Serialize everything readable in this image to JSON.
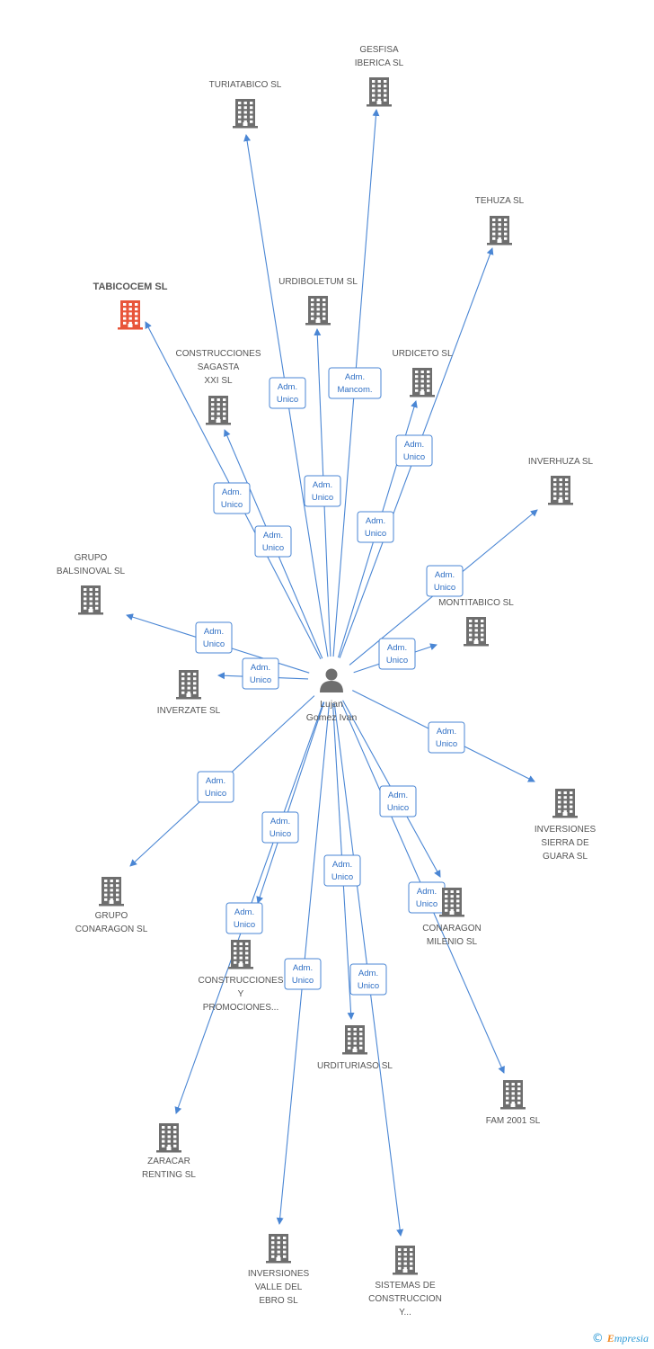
{
  "center": {
    "label_lines": [
      "Lujan",
      "Gomez Ivan"
    ],
    "icon": "person-icon"
  },
  "colors": {
    "edge": "#4a86d4",
    "building": "#6e6e6e",
    "highlight": "#e8553a",
    "text": "#555555"
  },
  "nodes": [
    {
      "id": "turiatabico",
      "label_lines": [
        "TURIATABICO SL"
      ]
    },
    {
      "id": "gesfisa",
      "label_lines": [
        "GESFISA",
        "IBERICA SL"
      ]
    },
    {
      "id": "tehuza",
      "label_lines": [
        "TEHUZA SL"
      ]
    },
    {
      "id": "tabicocem",
      "label_lines": [
        "TABICOCEM SL"
      ],
      "highlight": true
    },
    {
      "id": "urdiboletum",
      "label_lines": [
        "URDIBOLETUM SL"
      ]
    },
    {
      "id": "construcciones-sagasta",
      "label_lines": [
        "CONSTRUCCIONES",
        "SAGASTA",
        "XXI SL"
      ]
    },
    {
      "id": "urdiceto",
      "label_lines": [
        "URDICETO SL"
      ]
    },
    {
      "id": "inverhuza",
      "label_lines": [
        "INVERHUZA SL"
      ]
    },
    {
      "id": "grupo-balsinoval",
      "label_lines": [
        "GRUPO",
        "BALSINOVAL SL"
      ]
    },
    {
      "id": "montitabico",
      "label_lines": [
        "MONTITABICO SL"
      ]
    },
    {
      "id": "inverzate",
      "label_lines": [
        "INVERZATE SL"
      ]
    },
    {
      "id": "inversiones-sierra",
      "label_lines": [
        "INVERSIONES",
        "SIERRA DE",
        "GUARA SL"
      ]
    },
    {
      "id": "grupo-conaragon",
      "label_lines": [
        "GRUPO",
        "CONARAGON SL"
      ]
    },
    {
      "id": "conaragon-milenio",
      "label_lines": [
        "CONARAGON",
        "MILENIO SL"
      ]
    },
    {
      "id": "construcciones-promociones",
      "label_lines": [
        "CONSTRUCCIONES",
        "Y",
        "PROMOCIONES..."
      ]
    },
    {
      "id": "urdituriaso",
      "label_lines": [
        "URDITURIASO SL"
      ]
    },
    {
      "id": "fam2001",
      "label_lines": [
        "FAM 2001 SL"
      ]
    },
    {
      "id": "zaracar",
      "label_lines": [
        "ZARACAR",
        "RENTING SL"
      ]
    },
    {
      "id": "inversiones-valle",
      "label_lines": [
        "INVERSIONES",
        "VALLE DEL",
        "EBRO SL"
      ]
    },
    {
      "id": "sistemas-construccion",
      "label_lines": [
        "SISTEMAS DE",
        "CONSTRUCCION",
        "Y..."
      ]
    }
  ],
  "edges": [
    {
      "target": "turiatabico",
      "label_lines": [
        "Adm.",
        "Unico"
      ]
    },
    {
      "target": "gesfisa",
      "label_lines": [
        "Adm.",
        "Mancom."
      ]
    },
    {
      "target": "tehuza",
      "label_lines": [
        "Adm.",
        "Unico"
      ]
    },
    {
      "target": "tabicocem",
      "label_lines": [
        "Adm.",
        "Unico"
      ]
    },
    {
      "target": "urdiboletum",
      "label_lines": [
        "Adm.",
        "Unico"
      ]
    },
    {
      "target": "construcciones-sagasta",
      "label_lines": [
        "Adm.",
        "Unico"
      ]
    },
    {
      "target": "urdiceto",
      "label_lines": [
        "Adm.",
        "Unico"
      ]
    },
    {
      "target": "inverhuza",
      "label_lines": [
        "Adm.",
        "Unico"
      ]
    },
    {
      "target": "grupo-balsinoval",
      "label_lines": [
        "Adm.",
        "Unico"
      ]
    },
    {
      "target": "montitabico",
      "label_lines": [
        "Adm.",
        "Unico"
      ]
    },
    {
      "target": "inverzate",
      "label_lines": [
        "Adm.",
        "Unico"
      ]
    },
    {
      "target": "inversiones-sierra",
      "label_lines": [
        "Adm.",
        "Unico"
      ]
    },
    {
      "target": "grupo-conaragon",
      "label_lines": [
        "Adm.",
        "Unico"
      ]
    },
    {
      "target": "conaragon-milenio",
      "label_lines": [
        "Adm.",
        "Unico"
      ]
    },
    {
      "target": "construcciones-promociones",
      "label_lines": [
        "Adm.",
        "Unico"
      ]
    },
    {
      "target": "urdituriaso",
      "label_lines": [
        "Adm.",
        "Unico"
      ]
    },
    {
      "target": "fam2001",
      "label_lines": [
        "Adm.",
        "Unico"
      ]
    },
    {
      "target": "zaracar",
      "label_lines": [
        "Adm.",
        "Unico"
      ]
    },
    {
      "target": "inversiones-valle",
      "label_lines": [
        "Adm.",
        "Unico"
      ]
    },
    {
      "target": "sistemas-construccion",
      "label_lines": [
        "Adm.",
        "Unico"
      ]
    }
  ],
  "footer": {
    "copyright": "©",
    "brand_first": "E",
    "brand_rest": "mpresia"
  }
}
